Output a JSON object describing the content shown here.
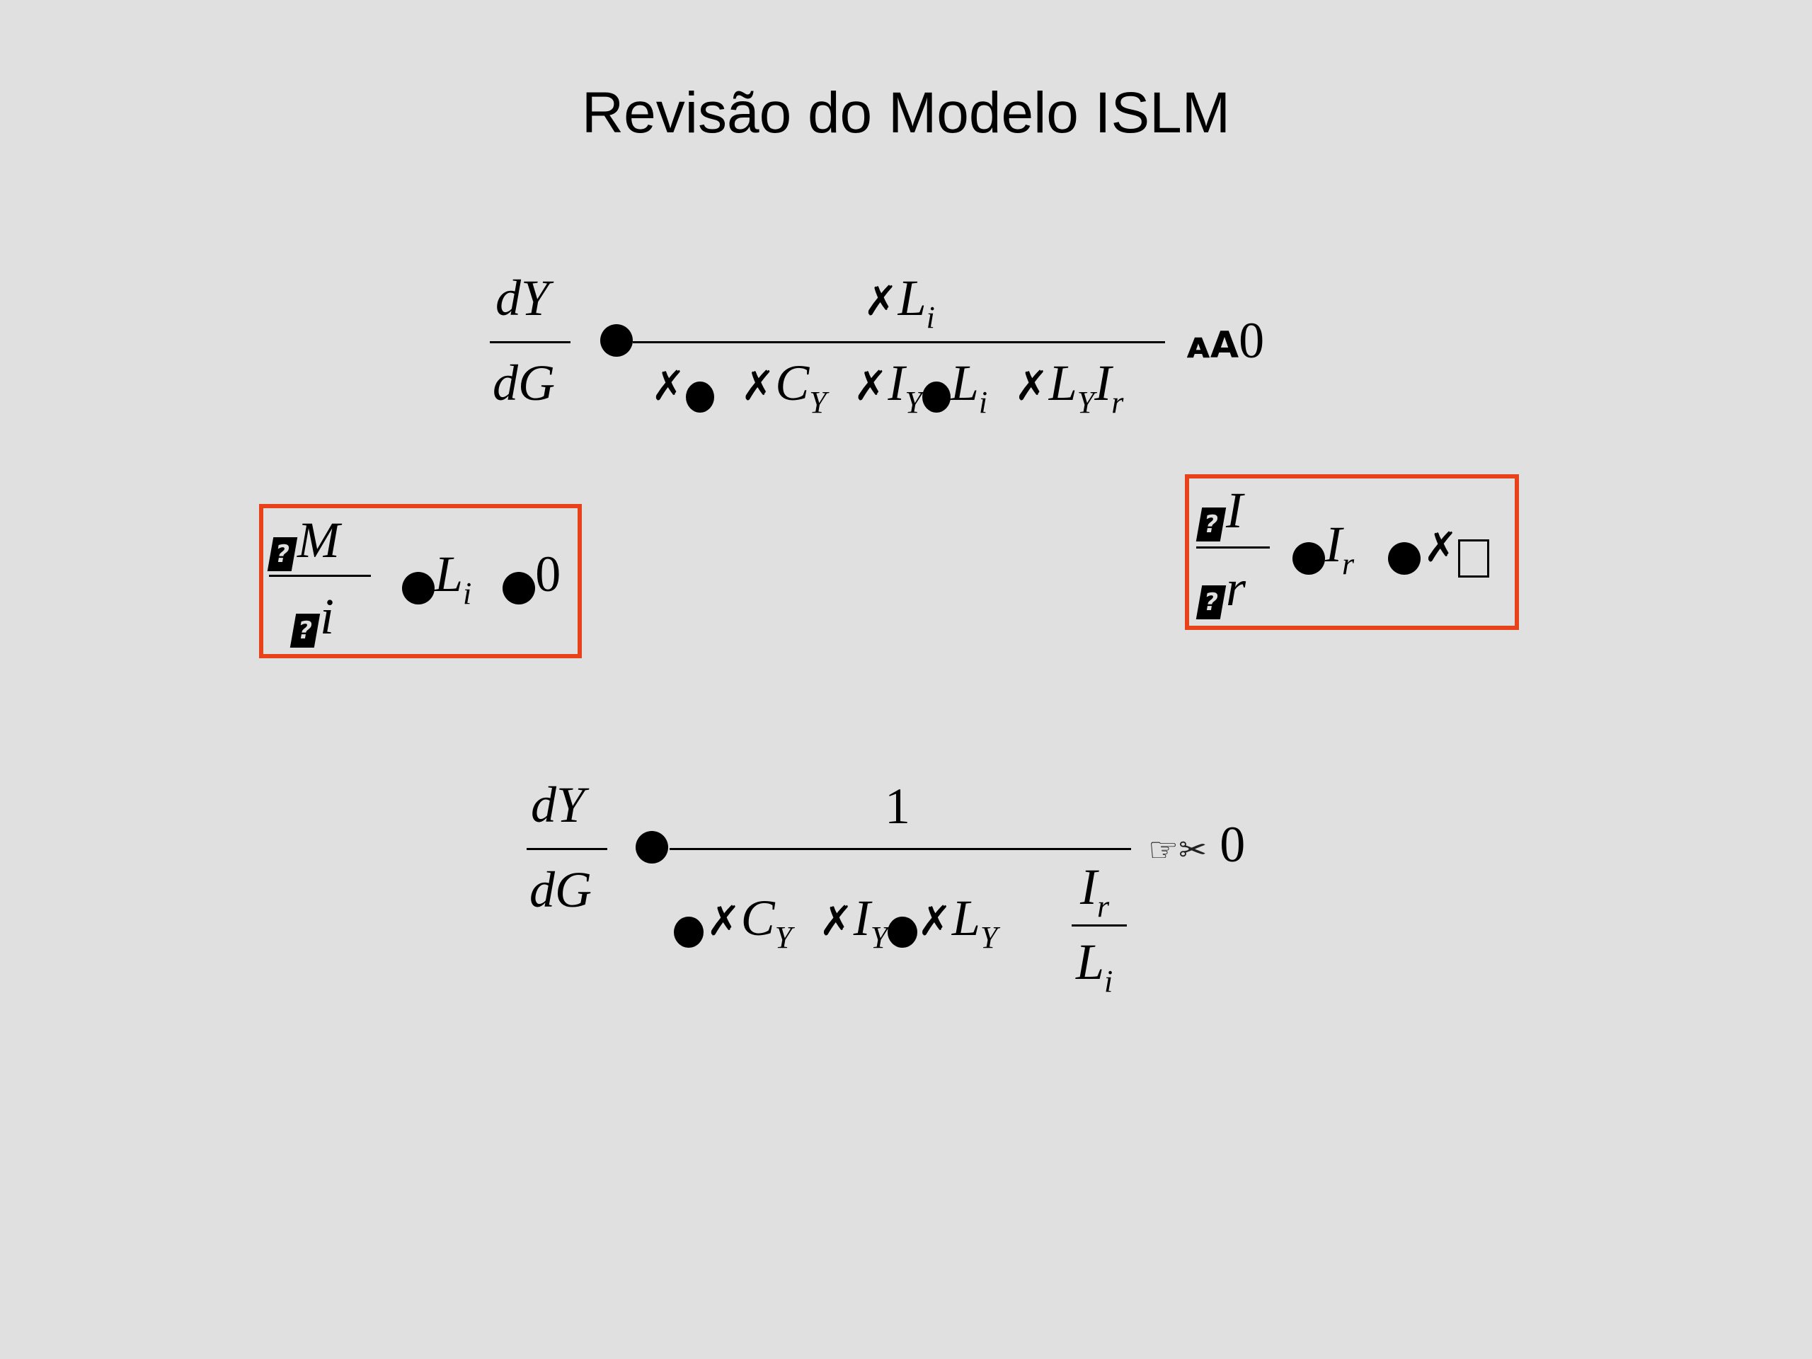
{
  "slide": {
    "title": "Revisão do Modelo ISLM"
  },
  "eq1": {
    "lhs_num": "dY",
    "lhs_den": "dG",
    "num_glyph": "✗",
    "num_var": "L",
    "num_sub": "i",
    "den_items": [
      {
        "glyph": "✗",
        "var": "",
        "sub": ""
      },
      {
        "glyph": "",
        "var": "C",
        "sub": "Y"
      },
      {
        "glyph": "✗",
        "var": "I",
        "sub": "Y"
      },
      {
        "glyph": "",
        "var": "L",
        "sub": "i"
      },
      {
        "glyph": "✗",
        "var": "L",
        "sub": "Y"
      },
      {
        "glyph": "",
        "var": "I",
        "sub": "r"
      }
    ],
    "rel_glyph": "ᴀA",
    "rhs": "0"
  },
  "box_left": {
    "num_glyph": "?",
    "num_var": "M",
    "den_glyph": "?",
    "den_var": "i",
    "var": "L",
    "sub": "i",
    "rhs": "0"
  },
  "box_right": {
    "num_glyph": "?",
    "num_var": "I",
    "den_glyph": "?",
    "den_var": "r",
    "var": "I",
    "sub": "r",
    "glyph": "✗"
  },
  "eq2": {
    "lhs_num": "dY",
    "lhs_den": "dG",
    "num": "1",
    "den_items": [
      {
        "glyph": "✗",
        "var": "C",
        "sub": "Y"
      },
      {
        "glyph": "✗",
        "var": "I",
        "sub": "Y"
      },
      {
        "glyph": "✗",
        "var": "L",
        "sub": "Y"
      }
    ],
    "inner_num_var": "I",
    "inner_num_sub": "r",
    "inner_den_var": "L",
    "inner_den_sub": "i",
    "rel_glyph": "☞✂",
    "rhs": "0"
  },
  "colors": {
    "background": "#e0e0e0",
    "box_border": "#e8421a"
  }
}
